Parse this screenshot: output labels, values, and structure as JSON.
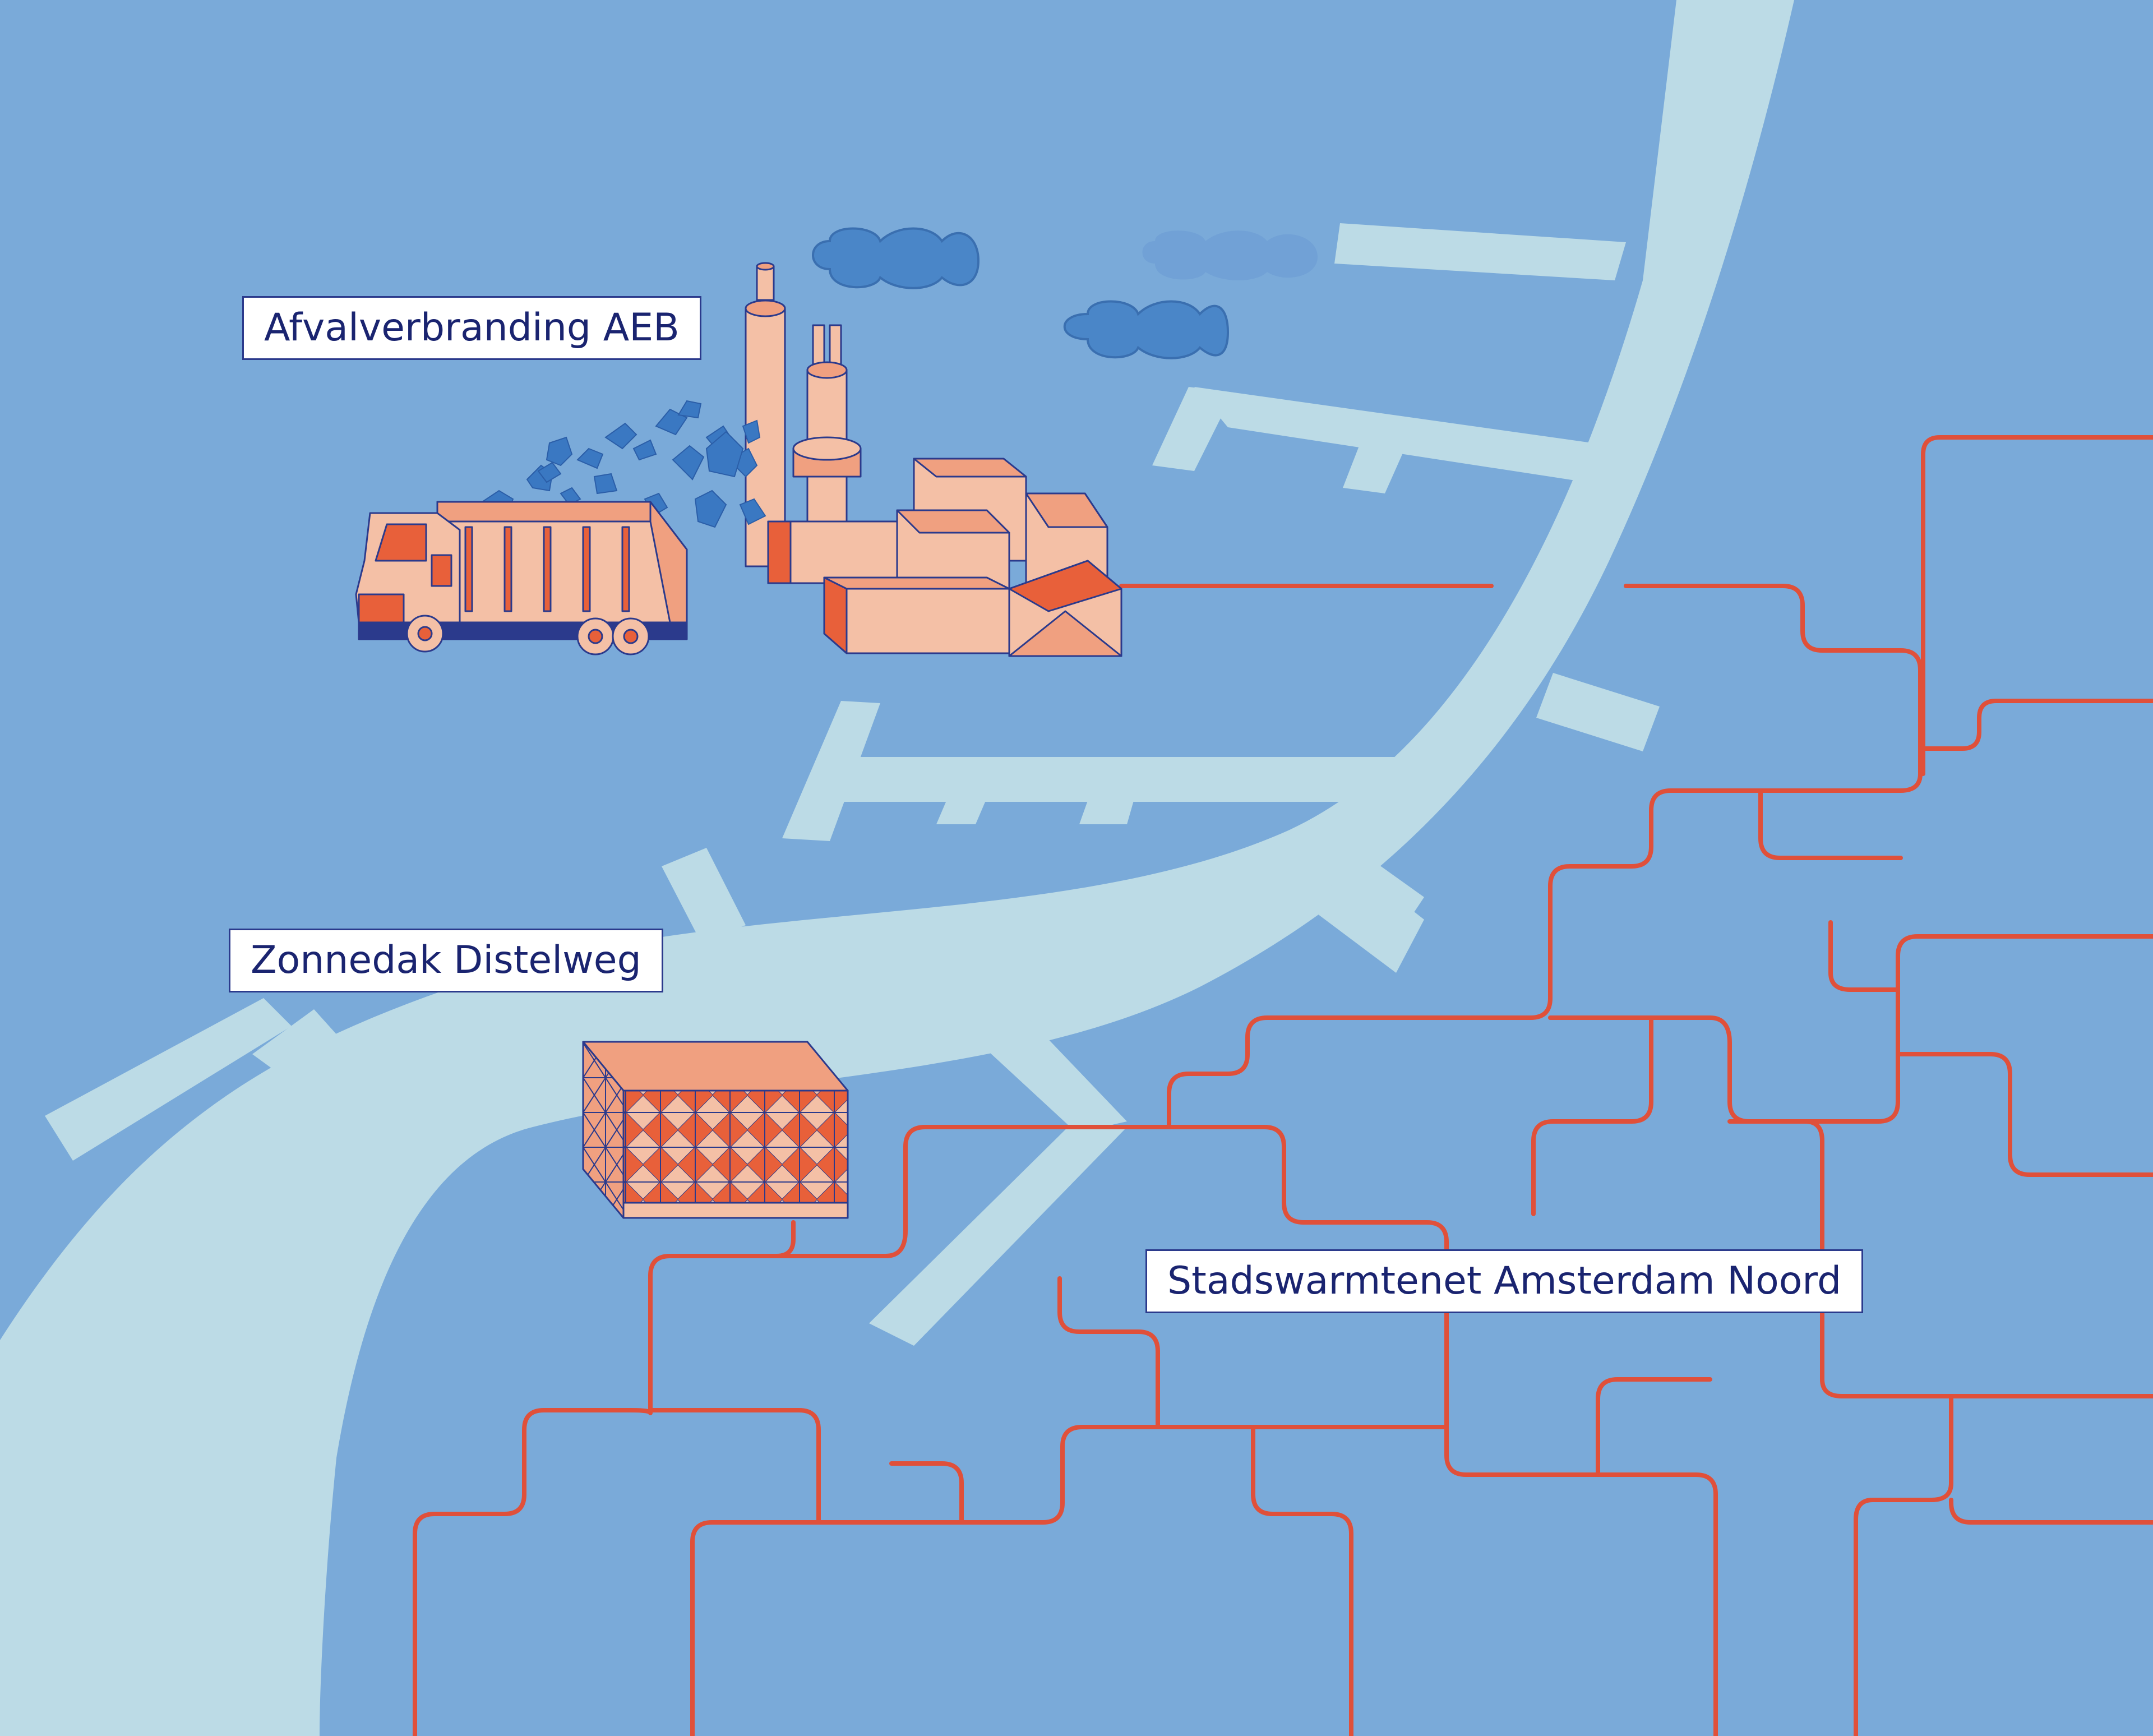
{
  "labels": {
    "aeb": "Afvalverbranding AEB",
    "zonnedak": "Zonnedak Distelweg",
    "stadswarmtenet": "Stadswarmtenet Amsterdam Noord"
  },
  "colors": {
    "background": "#7aaad9",
    "water": "#bcdbe6",
    "heat_network": "#e0503a",
    "building_light": "#f4c0a6",
    "building_mid": "#f0a080",
    "building_dark": "#e8603a",
    "outline": "#2b3a8c",
    "cloud": "#4a86c8",
    "label_text": "#1a2470"
  },
  "icons": [
    "garbage-truck-icon",
    "incinerator-plant-icon",
    "solar-roof-building-icon",
    "cloud-icon",
    "waste-debris-icon"
  ]
}
